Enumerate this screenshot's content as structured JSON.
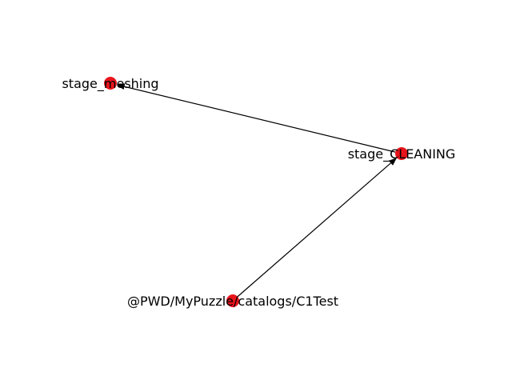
{
  "graph": {
    "node_color": "#e8141b",
    "edge_color": "#000000",
    "nodes": [
      {
        "id": "meshing",
        "label": "stage_meshing"
      },
      {
        "id": "cleaning",
        "label": "stage_CLEANING"
      },
      {
        "id": "c1test",
        "label": "@PWD/MyPuzzle/catalogs/C1Test"
      }
    ],
    "edges": [
      {
        "from": "c1test",
        "to": "cleaning"
      },
      {
        "from": "cleaning",
        "to": "meshing"
      }
    ]
  }
}
